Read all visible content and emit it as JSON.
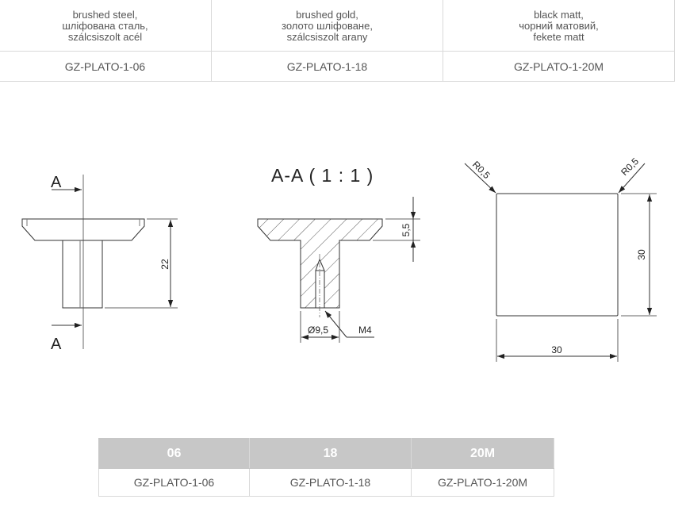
{
  "top_table": {
    "columns": [
      {
        "finish": [
          "brushed steel,",
          "шліфована сталь,",
          "szálcsiszolt acél"
        ],
        "code": "GZ-PLATO-1-06"
      },
      {
        "finish": [
          "brushed gold,",
          "золото шліфоване,",
          "szálcsiszolt arany"
        ],
        "code": "GZ-PLATO-1-18"
      },
      {
        "finish": [
          "black matt,",
          "чорний матовий,",
          "fekete matt"
        ],
        "code": "GZ-PLATO-1-20M"
      }
    ]
  },
  "drawing": {
    "section_mark_top": "A",
    "section_mark_bottom": "A",
    "section_title": "A-A ( 1 : 1 )",
    "dim_height_side": "22",
    "dim_flange": "5,5",
    "dim_diameter": "Ø9,5",
    "dim_thread": "M4",
    "radius_left": "R0,5",
    "radius_right": "R0,5",
    "dim_width": "30",
    "dim_height_top": "30"
  },
  "bottom_table": {
    "headers": [
      "06",
      "18",
      "20M"
    ],
    "codes": [
      "GZ-PLATO-1-06",
      "GZ-PLATO-1-18",
      "GZ-PLATO-1-20M"
    ]
  }
}
